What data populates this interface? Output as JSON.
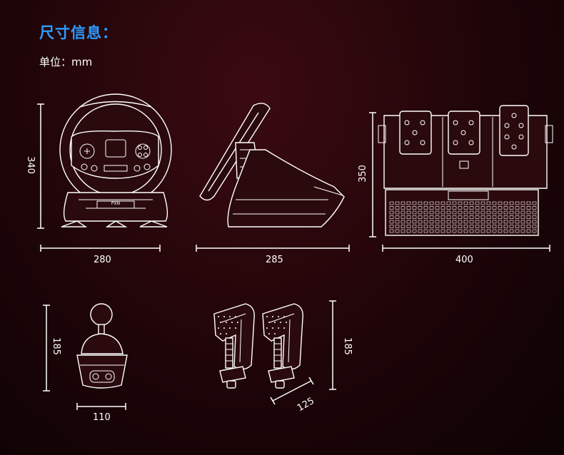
{
  "header": {
    "title": "尺寸信息：",
    "unit_label": "单位：mm"
  },
  "dimensions": {
    "wheel_height": "340",
    "wheel_width": "280",
    "wheel_side_depth": "285",
    "pedal_height": "350",
    "pedal_width": "400",
    "shifter_height": "185",
    "shifter_width": "110",
    "clamp_height": "185",
    "clamp_width": "125"
  },
  "wheel_logo": "PXN"
}
